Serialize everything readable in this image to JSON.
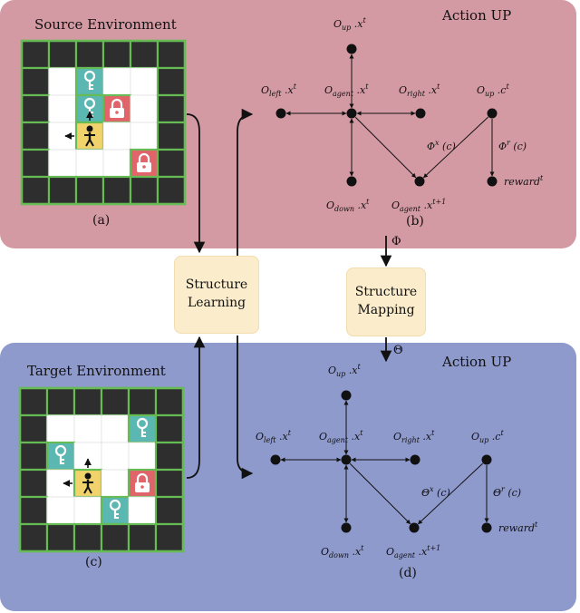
{
  "source": {
    "title": "Source Environment",
    "caption": "(a)"
  },
  "target": {
    "title": "Target Environment",
    "caption": "(c)"
  },
  "graph_top": {
    "title": "Action UP",
    "caption": "(b)",
    "nodes": {
      "up": "O",
      "up_sub": "up",
      "up_attr": ".x",
      "up_sup": "t",
      "left": "O",
      "left_sub": "left",
      "left_attr": ".x",
      "left_sup": "t",
      "agent": "O",
      "agent_sub": "agent",
      "agent_attr": ".x",
      "agent_sup": "t",
      "right": "O",
      "right_sub": "right",
      "right_attr": ".x",
      "right_sup": "t",
      "upc": "O",
      "upc_sub": "up",
      "upc_attr": ".c",
      "upc_sup": "t",
      "down": "O",
      "down_sub": "down",
      "down_attr": ".x",
      "down_sup": "t",
      "agent_next": "O",
      "agent_next_sub": "agent",
      "agent_next_attr": ".x",
      "agent_next_sup": "t+1",
      "reward": "reward",
      "reward_sup": "t"
    },
    "edge_labels": {
      "x": "Φ",
      "x_sup": "x",
      "x_arg": "(c)",
      "r": "Φ",
      "r_sup": "r",
      "r_arg": "(c)"
    }
  },
  "graph_bottom": {
    "title": "Action UP",
    "caption": "(d)",
    "edge_labels": {
      "x": "Θ",
      "x_sup": "x",
      "x_arg": "(c)",
      "r": "Θ",
      "r_sup": "r",
      "r_arg": "(c)"
    }
  },
  "middle": {
    "structure_learning": [
      "Structure",
      "Learning"
    ],
    "structure_mapping": [
      "Structure",
      "Mapping"
    ],
    "phi": "Φ",
    "theta": "Θ"
  },
  "colors": {
    "top_bg": "#d49aa3",
    "bottom_bg": "#8e99cc",
    "box_bg": "#fbeccb",
    "wall": "#2e2e2e",
    "grid_line": "#66bb55",
    "key_bg": "#5bb7b2",
    "lock_bg": "#e0646a",
    "agent_bg": "#f2d36b"
  }
}
